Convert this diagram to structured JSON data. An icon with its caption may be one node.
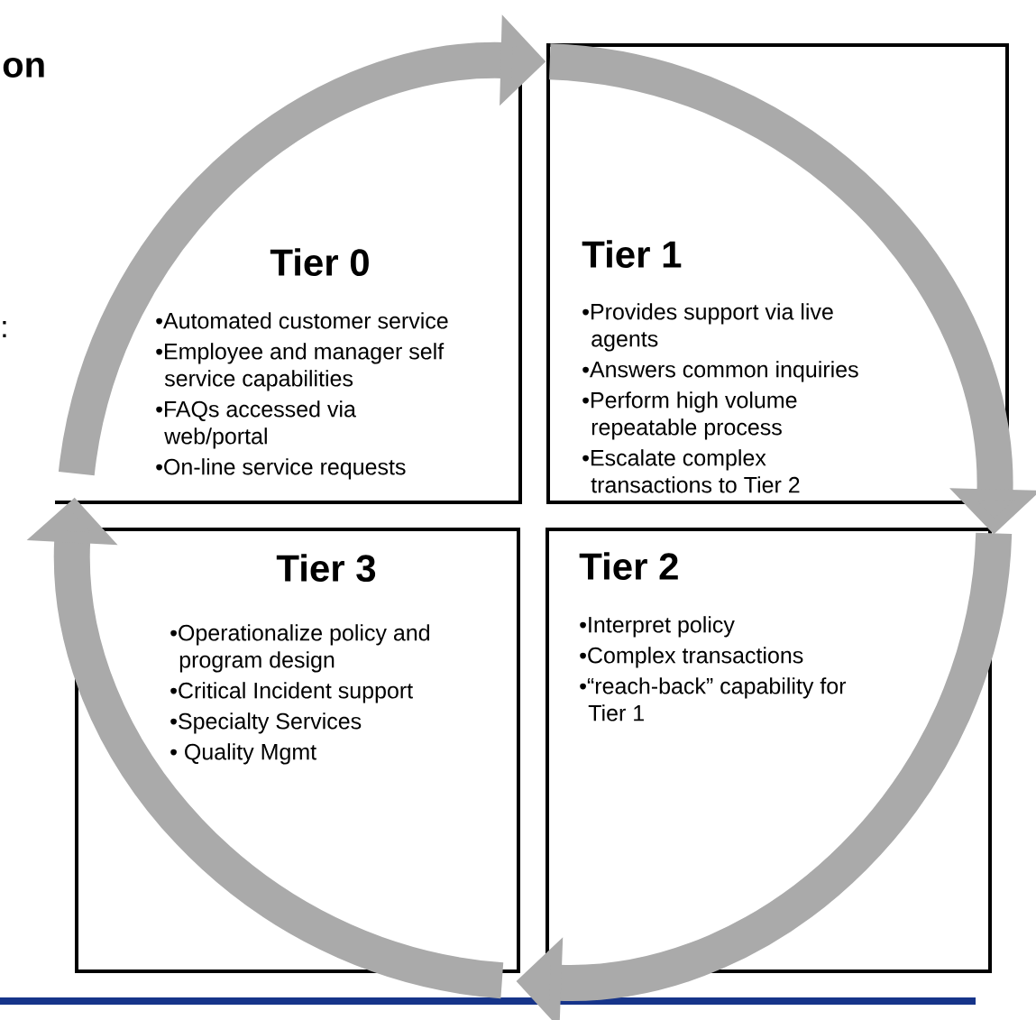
{
  "diagram": {
    "nodes": [
      {
        "text": [
          "Tier 0",
          "•Automated customer service",
          "•Employee and manager self service capabilities",
          "•FAQs accessed via web/portal",
          "•On-line service requests"
        ]
      },
      {
        "text": [
          "Tier 1",
          "•Provides support via live agents",
          "•Answers common inquiries",
          "•Perform high volume repeatable process",
          "•Escalate complex transactions to Tier 2"
        ]
      },
      {
        "text": [
          "Tier 2",
          "•Interpret policy",
          "•Complex transactions",
          "•“reach-back” capability for Tier 1"
        ]
      },
      {
        "text": [
          "Tier 3",
          "•Operationalize policy and program design",
          "•Critical Incident support",
          "•Specialty Services",
          "• Quality Mgmt"
        ]
      }
    ],
    "edges": [
      {
        "from": 0,
        "to": 1,
        "arrow": "to"
      },
      {
        "from": 1,
        "to": 2,
        "arrow": "to"
      },
      {
        "from": 2,
        "to": 3,
        "arrow": "to"
      },
      {
        "from": 3,
        "to": 0,
        "arrow": "to"
      }
    ],
    "labels": [
      "on",
      ":"
    ]
  }
}
